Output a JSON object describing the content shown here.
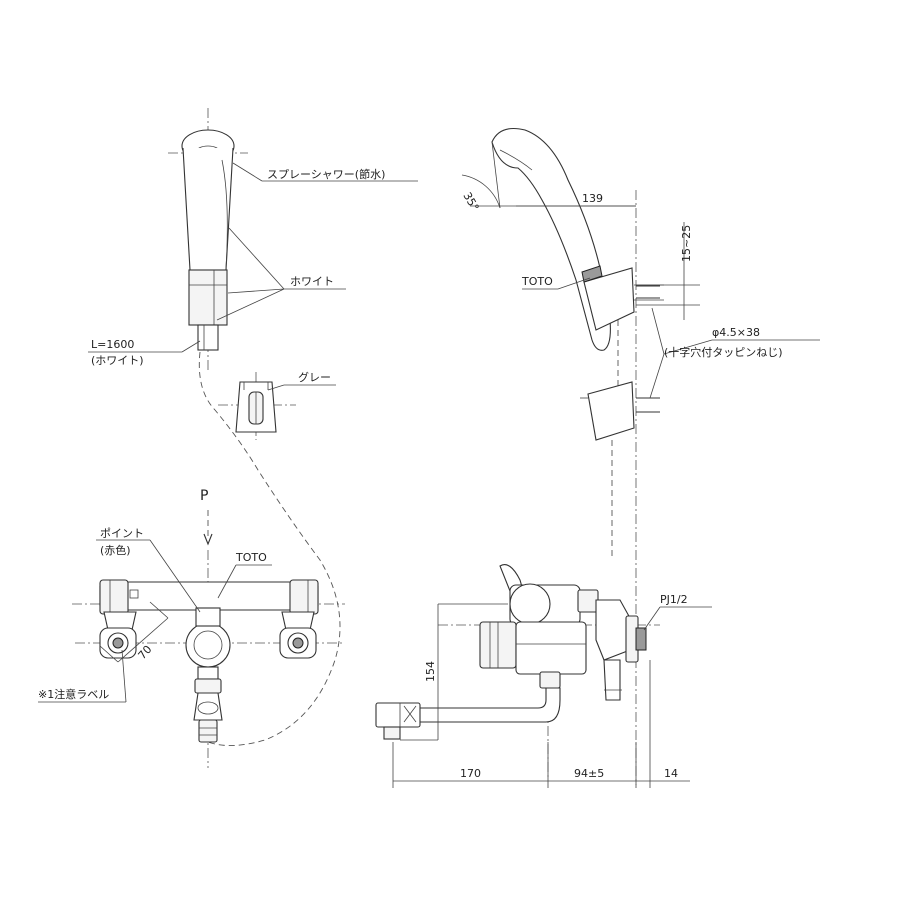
{
  "labels": {
    "spray_shower": "スプレーシャワー(節水)",
    "white": "ホワイト",
    "hose_length": "L=1600",
    "hose_color": "(ホワイト)",
    "gray": "グレー",
    "pressure": "P",
    "point": "ポイント",
    "point_color": "(赤色)",
    "brand_front": "TOTO",
    "caution_label": "※1注意ラベル",
    "brand_side": "TOTO",
    "screw_size": "φ4.5×38",
    "screw_type": "(十字穴付タッピンねじ)",
    "pipe_joint": "PJ1/2"
  },
  "dimensions": {
    "angle": "35°",
    "holder_projection": "139",
    "holder_range": "15~25",
    "eccentric": "70",
    "height": "154",
    "spout": "170",
    "body_depth": "94±5",
    "wall": "14"
  },
  "colors": {
    "line": "#333333",
    "part_fill": "#f4f4f4",
    "accent_fill": "#9a9a9a"
  }
}
